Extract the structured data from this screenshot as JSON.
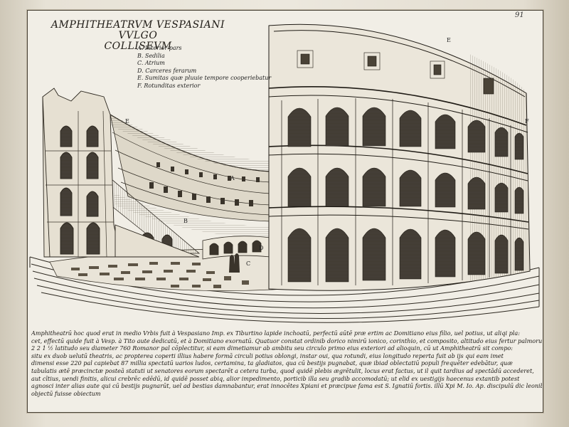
{
  "plate": {
    "title_line1": "AMPHITHEATRVM VESPASIANI VVLGO",
    "title_line2": "COLLISEVM",
    "page_number": "91"
  },
  "legend": [
    {
      "text": "A. Interior pars"
    },
    {
      "text": "B. Sedilia"
    },
    {
      "text": "C. Atrium"
    },
    {
      "text": "D. Carceres ferarum"
    },
    {
      "text": "E. Sumitas quæ pluuie tempore cooperiebatur"
    },
    {
      "text": "F. Rotunditas exterior"
    }
  ],
  "markers": {
    "A": "A",
    "B": "B",
    "C": "C",
    "D": "D",
    "E": "E",
    "F": "F"
  },
  "caption": {
    "line1": "Amphitheatrū hoc quod erat in medio Vrbis fuit à Vespasiano Imp. ex Tiburtino lapide inchoatū, perfectū aūtē præ ertim ac Domitiano eius filio, uel potius, ut aliqi pla:",
    "line2": "cet, effectū quide fuit à Vesp. à Tito aute dedicatū, et à Domitiano exornatū. Quatuor constat ordinib dorico nimirū ionico, corinthio, et composito, altitudo eius fertur palmoru",
    "line3": "2 2 1 ½ latitudo seu diameter 760 Romanor pal cōplectitur, si eam dimetiamur ab ambitu seu circulo primo eius exteriori ad alioquin, cū ut Amphitheatrū sit compo:",
    "line4": "situ ex duob uelutū theatris, ac propterea coperti illius habere formā circuli potius oblongi, instar oui, qua rotundi, eius longitudo reperta fuit ab ijs qui eam imet",
    "line5": "dimensi esse 220 pal capiebat 87 millia spectatū uarios ludos, certamina, ta gladiatos, qua cū bestijs pugnabat, quæ ibiad oblectatiū populi frequēter edebātur, quæ",
    "line6": "tabulatis ætē præcinctæ posteā statuti ut senatores eorum spectarēt a cetera turba, quod quidē plebis ægrētulit, locus erat factus, ut il quit tardius ad spectādū accederet,",
    "line7": "aut cītius, uendi finitis, alicui crebrēc edēdū, id quidē posset abiq, alior impedimento, porticib illa seu gradib accomodatū; ut elid ex uestigijs haecenus extantib potest",
    "line8": "agnosci inter alias aute qui cū bestijs pugnarūt, uel ad bestias damnabantur, erat innocētes Xpiani et præcipue fama est S. Ignatiū fortis. illū Xpi M. Io. Ap. discipulū dic leonib",
    "line9": "objectū fuisse obiectum"
  }
}
